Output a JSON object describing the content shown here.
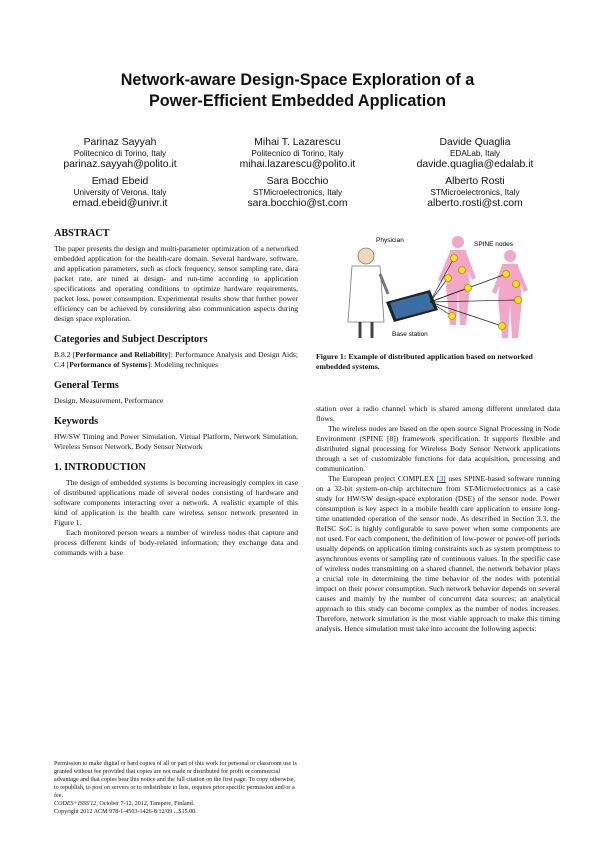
{
  "title": {
    "line1": "Network-aware Design-Space Exploration of a",
    "line2": "Power-Efficient Embedded Application"
  },
  "authors": [
    {
      "name": "Parinaz Sayyah",
      "affiliation": "Politecnico di Torino, Italy",
      "email": "parinaz.sayyah@polito.it"
    },
    {
      "name": "Mihai T. Lazarescu",
      "affiliation": "Politecnico di Torino, Italy",
      "email": "mihai.lazarescu@polito.it"
    },
    {
      "name": "Davide Quaglia",
      "affiliation": "EDALab, Italy",
      "email": "davide.quaglia@edalab.it"
    },
    {
      "name": "Emad Ebeid",
      "affiliation": "University of Verona, Italy",
      "email": "emad.ebeid@univr.it"
    },
    {
      "name": "Sara Bocchio",
      "affiliation": "STMicroelectronics, Italy",
      "email": "sara.bocchio@st.com"
    },
    {
      "name": "Alberto Rosti",
      "affiliation": "STMicroelectronics, Italy",
      "email": "alberto.rosti@st.com"
    }
  ],
  "abstract": {
    "heading": "ABSTRACT",
    "text": "The paper presents the design and multi-parameter optimization of a networked embedded application for the health-care domain. Several hardware, software, and application parameters, such as clock frequency, sensor sampling rate, data packet rate, are tuned at design- and run-time according to application specifications and operating conditions to optimize hardware requirements, packet loss, power consumption. Experimental results show that further power efficiency can be achieved by considering also communication aspects during design space exploration."
  },
  "categories": {
    "heading": "Categories and Subject Descriptors",
    "p1": "B.8.2 [",
    "b1": "Performance and Reliability",
    "p2": "]: Performance Analysis and Design Aids; C.4 [",
    "b2": "Performance of Systems",
    "p3": "]: Modeling techniques"
  },
  "general_terms": {
    "heading": "General Terms",
    "text": "Design, Measurement, Performance"
  },
  "keywords": {
    "heading": "Keywords",
    "text": "HW/SW Timing and Power Simulation, Virtual Platform, Network Simulation, Wireless Sensor Network, Body Sensor Network"
  },
  "introduction": {
    "heading": "1.   INTRODUCTION",
    "p1": "The design of embedded systems is becoming increasingly complex in case of distributed applications made of several nodes consisting of hardware and software components interacting over a network. A realistic example of this kind of application is the health care wireless sensor network presented in Figure 1.",
    "p2": "Each monitored person wears a number of wireless nodes that capture and process different kinds of body-related information; they exchange data and commands with a base"
  },
  "footnote": {
    "text": "Permission to make digital or hard copies of all or part of this work for personal or classroom use is granted without fee provided that copies are not made or distributed for profit or commercial advantage and that copies bear this notice and the full citation on the first page. To copy otherwise, to republish, to post on servers or to redistribute to lists, requires prior specific permission and/or a fee.",
    "venue": "CODES+ISSS'12,",
    "venue_rest": " October 7-12, 2012, Tampere, Finland.",
    "copyright": "Copyright 2012 ACM 978-1-4503-1426-8/12/09 ...$15.00."
  },
  "figure": {
    "label_physician": "Physician",
    "label_spine": "SPINE nodes",
    "label_base": "Base station",
    "caption": "Figure 1: Example of distributed application based on networked embedded systems."
  },
  "col2": {
    "p1": "station over a radio channel which is shared among different unrelated data flows.",
    "p2": "The wireless nodes are based on the open source Signal Processing in Node Environment (SPINE [8]) framework specification. It supports flexible and distributed signal processing for Wireless Body Sensor Network applications through a set of customizable functions for data acquisition, processing and communication.",
    "p3a": "The European project COMPLEX ",
    "p3ref": "[3]",
    "p3b": " uses SPINE-based software running on a 32-bit system-on-chip architecture from ST-Microelectronics as a case study for HW/SW design-space exploration (DSE) of the sensor node. Power consumption is key aspect in a mobile health care application to ensure long-time unattended operation of the sensor node. As described in Section 3.3, the ReISC SoC is highly configurable to save power when some components are not used. For each component, the definition of low-power or power-off periods usually depends on application timing constraints such as system promptness to asynchronous events or sampling rate of continuous values. In the specific case of wireless nodes transmitting on a shared channel, the network behavior plays a crucial role in determining the time behavior of the nodes with potential impact on their power consumption. Such network behavior depends on several causes and mainly by the number of concurrent data sources; an analytical approach to this study can become complex as the number of nodes increases. Therefore, network simulation is the most viable approach to make this timing analysis. Hence simulation must take into account the following aspects:"
  },
  "colors": {
    "text": "#111111",
    "link": "#1a33b2",
    "figure_pink": "#f2a6c8",
    "node_yellow": "#f5e600"
  }
}
